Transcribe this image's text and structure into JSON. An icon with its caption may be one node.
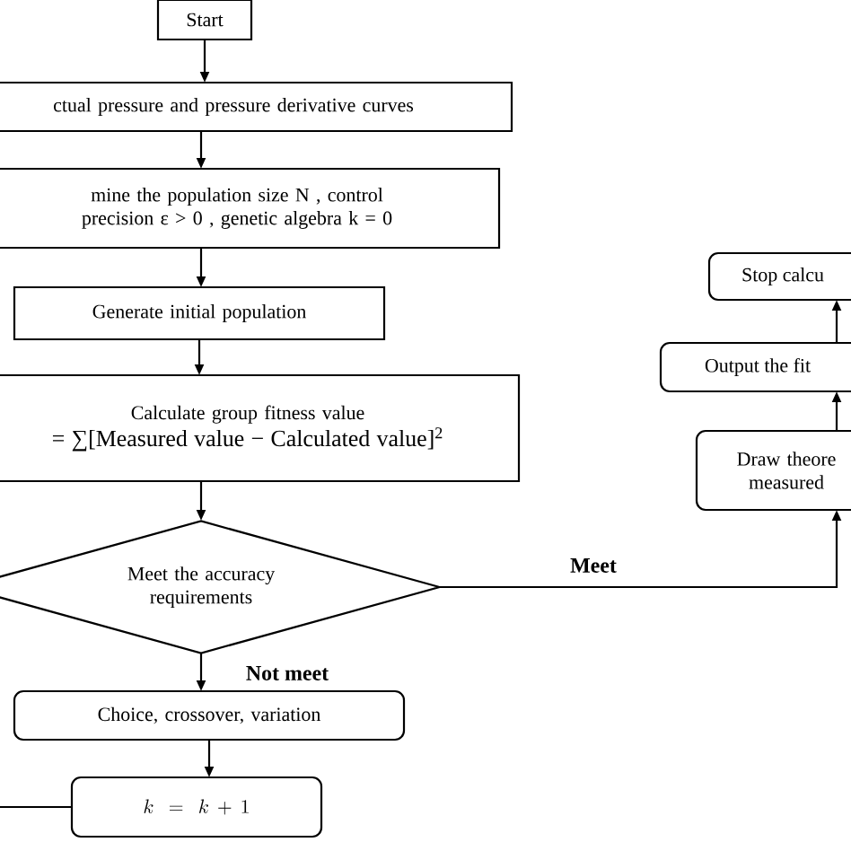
{
  "diagram": {
    "nodes": [
      {
        "text": [
          "Start"
        ]
      },
      {
        "text": [
          "ctual pressure and pressure derivative curves"
        ]
      },
      {
        "text": [
          "mine the population size N , control precision ε > 0 , genetic algebra k = 0"
        ]
      },
      {
        "text": [
          "Generate initial population"
        ]
      },
      {
        "text": [
          "Calculate group fitness value",
          "= ∑[Measured value − Calculated value]$^{2}$"
        ]
      },
      {
        "text": [
          "Meet the accuracy requirements"
        ]
      },
      {
        "text": [
          "Stop calcu"
        ]
      },
      {
        "text": [
          "Output the fit"
        ]
      },
      {
        "text": [
          "Draw theore measured"
        ]
      },
      {
        "text": [
          "Choice, crossover, variation"
        ]
      },
      {
        "text": [
          "k=k+1"
        ]
      }
    ],
    "edges": [
      {
        "from": 0,
        "to": 1,
        "arrow": "to"
      },
      {
        "from": 1,
        "to": 2,
        "arrow": "to"
      },
      {
        "from": 2,
        "to": 3,
        "arrow": "to"
      },
      {
        "from": 3,
        "to": 4,
        "arrow": "to"
      },
      {
        "from": 4,
        "to": 5,
        "arrow": "to"
      },
      {
        "from": 5,
        "to": 8,
        "arrow": "to",
        "label": "Meet"
      },
      {
        "from": 8,
        "to": 7,
        "arrow": "to"
      },
      {
        "from": 7,
        "to": 6,
        "arrow": "to"
      },
      {
        "from": 5,
        "to": 9,
        "arrow": "to",
        "label": "Not meet"
      },
      {
        "from": 9,
        "to": 10,
        "arrow": "to"
      },
      {
        "from": 10,
        "to": null,
        "arrow": "none"
      }
    ]
  }
}
